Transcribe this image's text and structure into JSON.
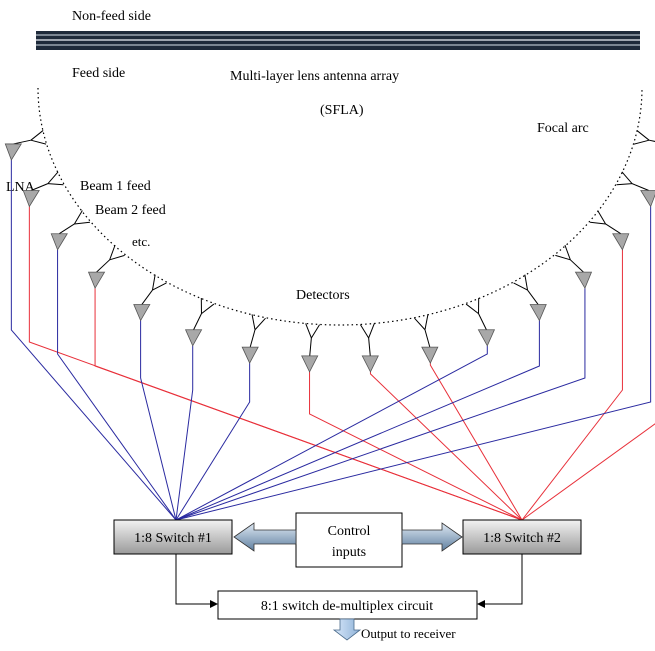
{
  "labels": {
    "non_feed_side": "Non-feed side",
    "feed_side": "Feed side",
    "array_title": "Multi-layer lens antenna array",
    "array_abbrev": "(SFLA)",
    "focal_arc": "Focal arc",
    "lna": "LNA",
    "beam1_feed": "Beam 1 feed",
    "beam2_feed": "Beam 2 feed",
    "etc": "etc.",
    "detectors": "Detectors"
  },
  "boxes": {
    "switch1": "1:8 Switch #1",
    "switch2": "1:8 Switch #2",
    "control_line1": "Control",
    "control_line2": "inputs",
    "demux": "8:1 switch de-multiplex circuit",
    "output": "Output to receiver"
  },
  "colors": {
    "switch1_wires": "#2a2aa0",
    "switch2_wires": "#e8303a",
    "lens_bar": "#1e2a3a",
    "lna_fill": "#a8a8a8",
    "arrow_fill": "#6f8fb0",
    "output_arrow": "#a9c6e8"
  },
  "feeds": {
    "count": 16,
    "wire_assignment": [
      "switch1",
      "switch2",
      "switch1",
      "switch2",
      "switch1",
      "switch1",
      "switch1",
      "switch2",
      "switch2",
      "switch2",
      "switch1",
      "switch1",
      "switch1",
      "switch2",
      "switch1",
      "switch2"
    ]
  }
}
